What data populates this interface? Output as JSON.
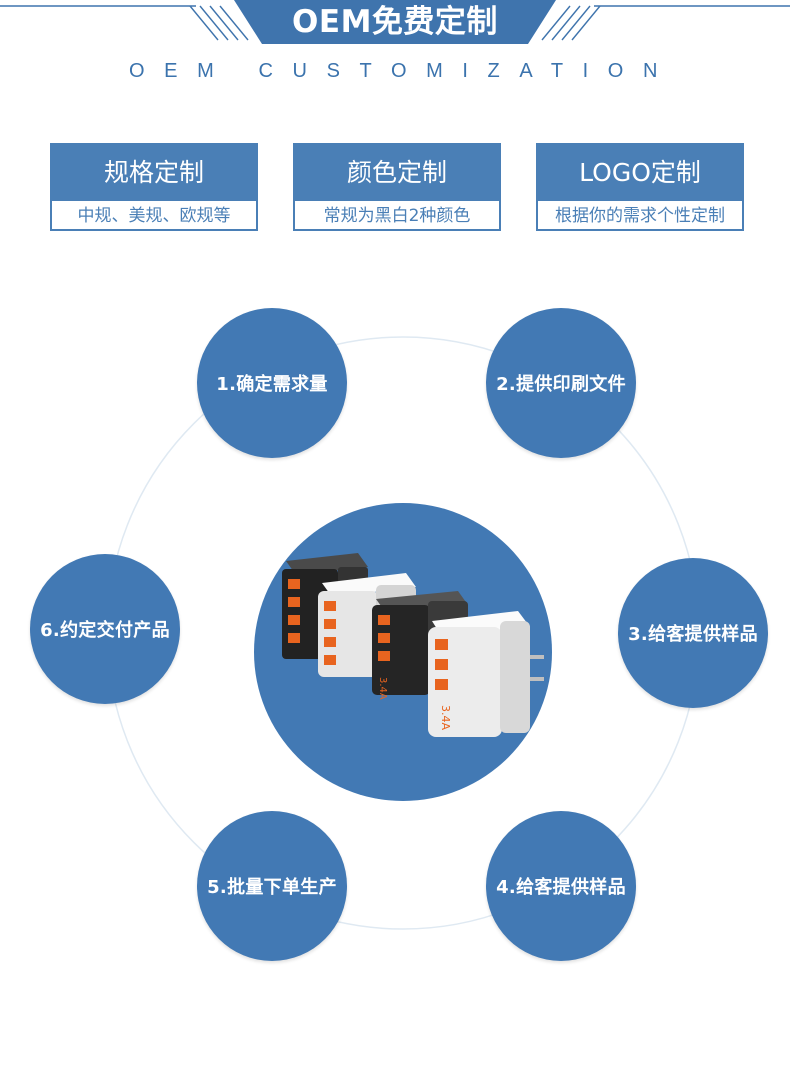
{
  "banner": {
    "title": "OEM免费定制",
    "subtitle": "OEM CUSTOMIZATION",
    "color": "#3f74ad"
  },
  "cards": [
    {
      "title": "规格定制",
      "desc": "中规、美规、欧规等"
    },
    {
      "title": "颜色定制",
      "desc": "常规为黑白2种颜色"
    },
    {
      "title": "LOGO定制",
      "desc": "根据你的需求个性定制"
    }
  ],
  "steps": [
    {
      "label": "1.确定需求量"
    },
    {
      "label": "2.提供印刷文件"
    },
    {
      "label": "3.给客提供样品"
    },
    {
      "label": "4.给客提供样品"
    },
    {
      "label": "5.批量下单生产"
    },
    {
      "label": "6.约定交付产品"
    }
  ],
  "product": {
    "screen_text": "3.4A",
    "body_colors": [
      "#2a2a2a",
      "#e8e8e8"
    ],
    "port_color": "#e8641f"
  },
  "colors": {
    "primary": "#4279b4",
    "ring": "#dfe9f2"
  }
}
